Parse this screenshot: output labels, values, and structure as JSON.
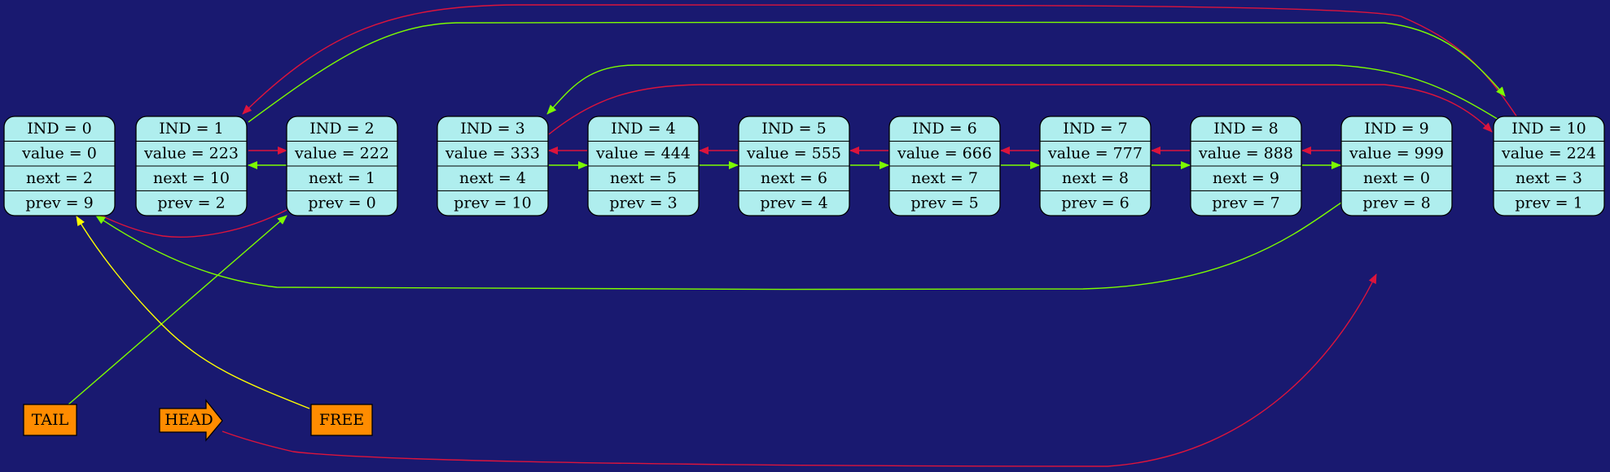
{
  "colors": {
    "background": "#191970",
    "node_fill": "#AFEEEE",
    "label_fill": "#FF8C00",
    "next_edge": "#7CFC00",
    "prev_edge": "#DC143C",
    "free_edge": "#FFFF00"
  },
  "nodes": [
    {
      "ind": "IND = 0",
      "value": "value = 0",
      "next": "next = 2",
      "prev": "prev = 9"
    },
    {
      "ind": "IND = 1",
      "value": "value = 223",
      "next": "next = 10",
      "prev": "prev = 2"
    },
    {
      "ind": "IND = 2",
      "value": "value = 222",
      "next": "next = 1",
      "prev": "prev = 0"
    },
    {
      "ind": "IND = 3",
      "value": "value = 333",
      "next": "next = 4",
      "prev": "prev = 10"
    },
    {
      "ind": "IND = 4",
      "value": "value = 444",
      "next": "next = 5",
      "prev": "prev = 3"
    },
    {
      "ind": "IND = 5",
      "value": "value = 555",
      "next": "next = 6",
      "prev": "prev = 4"
    },
    {
      "ind": "IND = 6",
      "value": "value = 666",
      "next": "next = 7",
      "prev": "prev = 5"
    },
    {
      "ind": "IND = 7",
      "value": "value = 777",
      "next": "next = 8",
      "prev": "prev = 6"
    },
    {
      "ind": "IND = 8",
      "value": "value = 888",
      "next": "next = 9",
      "prev": "prev = 7"
    },
    {
      "ind": "IND = 9",
      "value": "value = 999",
      "next": "next = 0",
      "prev": "prev = 8"
    },
    {
      "ind": "IND = 10",
      "value": "value = 224",
      "next": "next = 3",
      "prev": "prev = 1"
    }
  ],
  "labels": {
    "tail": "TAIL",
    "head": "HEAD",
    "free": "FREE"
  }
}
